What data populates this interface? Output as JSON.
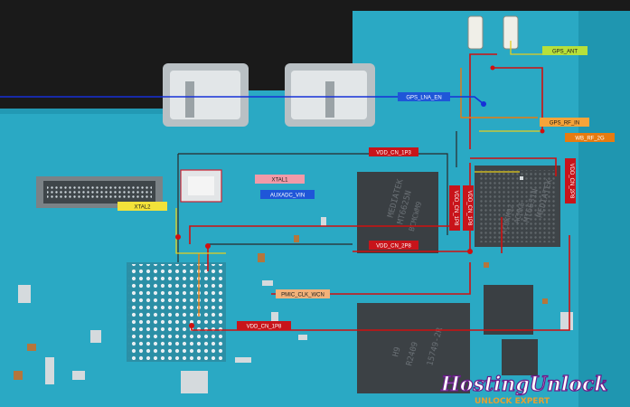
{
  "diagram": {
    "labels": {
      "gps_ant": "GPS_ANT",
      "gps_lna_en": "GPS_LNA_EN",
      "gps_rf_in": "GPS_RF_IN",
      "wb_rf_2g": "WB_RF_2G",
      "vdd_cn_1p3": "VDD_CN_1P3",
      "vdd_cn_2p8_top": "VDD_CN_2P8",
      "vdd_cn_2p8_mid": "VDD_CN_2P8",
      "vdd_cn_1p8_left": "VDD_CN_1P8",
      "vdd_cn_1p8_right": "VDD_CN_1P8",
      "vdd_cn_1p8_bottom": "VDD_CN_1P8",
      "xtal1": "XTAL1",
      "xtal2": "XTAL2",
      "auxadc_vin": "AUXADC_VIN",
      "pmic_clk_wcn": "PMIC_CLK_WCN"
    },
    "chips": {
      "mt6625_line1": "MEDIATEK",
      "mt6625_line2": "MT6625N",
      "mt6625_line3": "BCMCWM9",
      "mt6631_line1": "MEDIATEK",
      "mt6631_line2": "MT6631N",
      "mt6631_line3": "ACMK5",
      "mt6631_line4": "ACMKM92",
      "mem_line1": "H9",
      "mem_line2": "R2409",
      "mem_line3": "15749-2R"
    },
    "watermark": {
      "title": "HostingUnlock",
      "subtitle": "UNLOCK EXPERT"
    },
    "colors": {
      "pcb": "#2aa9c4",
      "pcb_dark": "#1b8fa9",
      "trace_red": "#d01010",
      "trace_dark": "#2a2a2a",
      "trace_orange": "#e77b10",
      "trace_yellow": "#e7cf1c",
      "trace_blue": "#1630d8",
      "label_green": "#b7e03a",
      "label_blue": "#1f56d8",
      "label_red": "#c8141a",
      "label_pink": "#f29aa8",
      "label_orange": "#f6a43a",
      "label_tan": "#f2b27a",
      "label_yellow": "#f2e23a"
    }
  }
}
